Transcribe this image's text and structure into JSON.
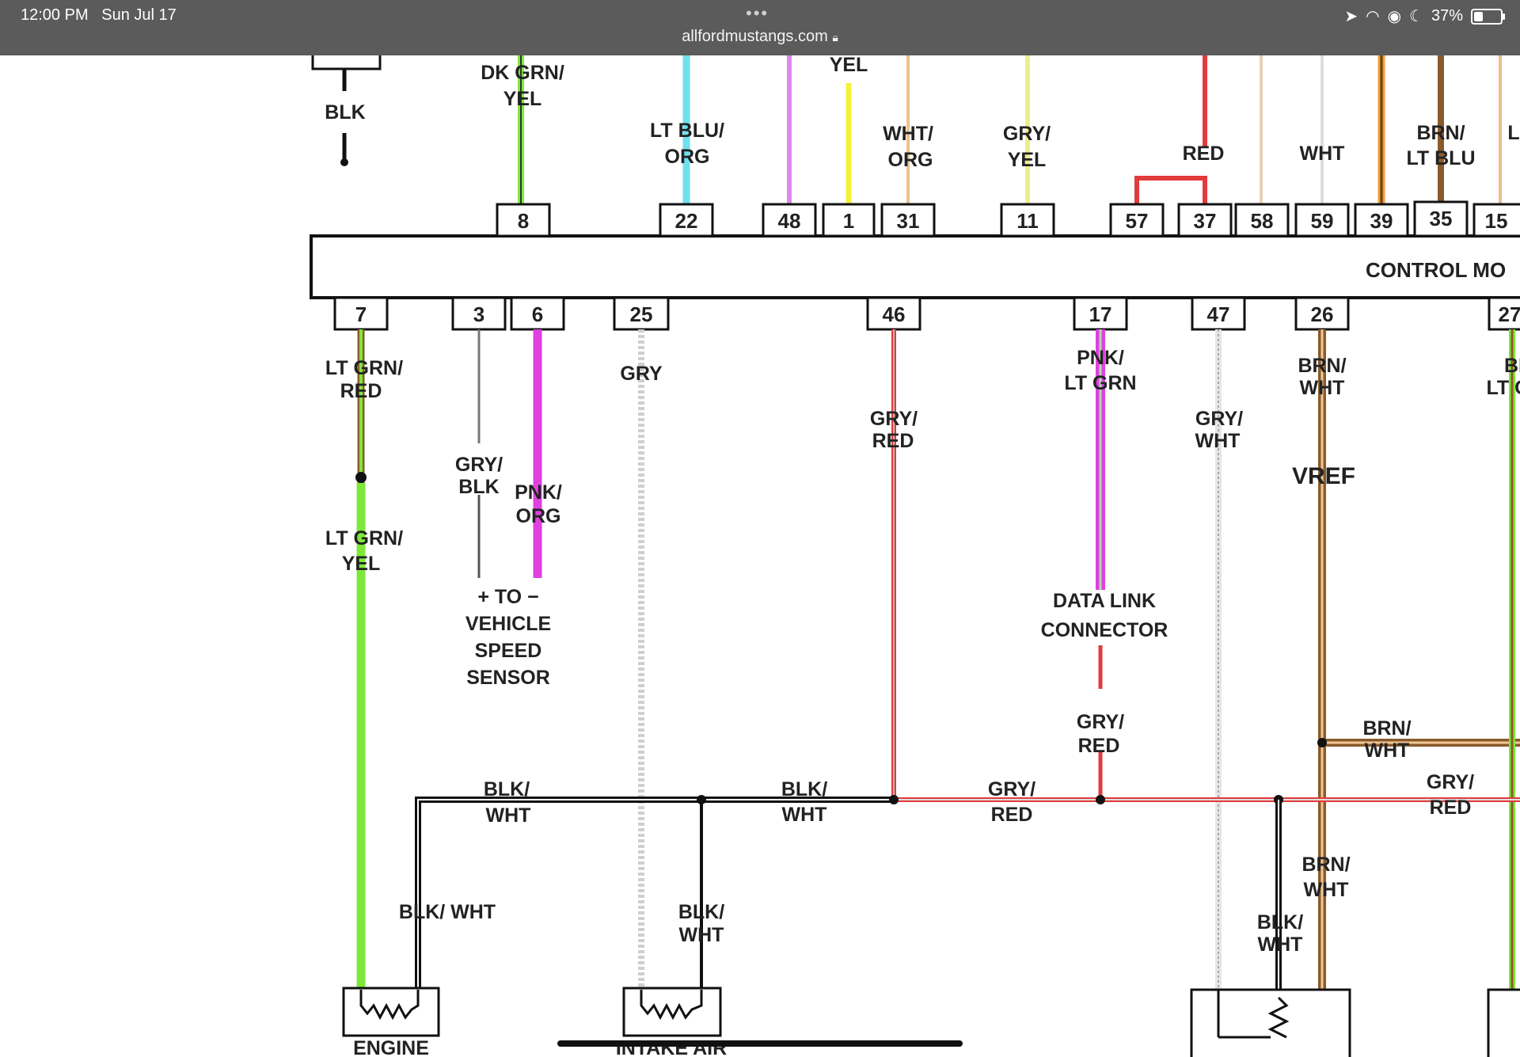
{
  "status_bar": {
    "time": "12:00 PM",
    "date": "Sun Jul 17",
    "url": "allfordmustangs.com",
    "battery": "37%",
    "menu_dots": "•••"
  },
  "diagram": {
    "module_label": "CONTROL MO",
    "top_pins": [
      "8",
      "22",
      "48",
      "1",
      "31",
      "11",
      "57",
      "37",
      "58",
      "59",
      "39",
      "35",
      "15"
    ],
    "bottom_pins": [
      "7",
      "3",
      "6",
      "25",
      "46",
      "17",
      "47",
      "26",
      "27"
    ],
    "wire_labels": {
      "blk_top": "BLK",
      "dk_grn_yel_1": "DK GRN/",
      "dk_grn_yel_2": "YEL",
      "lt_blu_org_1": "LT BLU/",
      "lt_blu_org_2": "ORG",
      "yel": "YEL",
      "wht_org_1": "WHT/",
      "wht_org_2": "ORG",
      "gry_yel_1": "GRY/",
      "gry_yel_2": "YEL",
      "red_top": "RED",
      "wht_top": "WHT",
      "brn_lt_blu_1": "BRN/",
      "brn_lt_blu_2": "LT BLU",
      "l_top": "L",
      "lt_grn_red_1": "LT GRN/",
      "lt_grn_red_2": "RED",
      "lt_grn_yel_1": "LT GRN/",
      "lt_grn_yel_2": "YEL",
      "gry_blk_1": "GRY/",
      "gry_blk_2": "BLK",
      "pnk_org_1": "PNK/",
      "pnk_org_2": "ORG",
      "gry": "GRY",
      "gry_red_a_1": "GRY/",
      "gry_red_a_2": "RED",
      "pnk_lt_grn_1": "PNK/",
      "pnk_lt_grn_2": "LT GRN",
      "gry_wht_1": "GRY/",
      "gry_wht_2": "WHT",
      "brn_wht_a_1": "BRN/",
      "brn_wht_a_2": "WHT",
      "vref": "VREF",
      "br_right_1": "BR",
      "br_right_2": "LT G",
      "vss_1": "+ TO −",
      "vss_2": "VEHICLE",
      "vss_3": "SPEED",
      "vss_4": "SENSOR",
      "dlc_1": "DATA LINK",
      "dlc_2": "CONNECTOR",
      "gry_red_b_1": "GRY/",
      "gry_red_b_2": "RED",
      "brn_wht_b_1": "BRN/",
      "brn_wht_b_2": "WHT",
      "blk_wht_a_1": "BLK/",
      "blk_wht_a_2": "WHT",
      "blk_wht_b_1": "BLK/",
      "blk_wht_b_2": "WHT",
      "gry_red_c_1": "GRY/",
      "gry_red_c_2": "RED",
      "gry_red_d_1": "GRY/",
      "gry_red_d_2": "RED",
      "blk_wht_c": "BLK/ WHT",
      "blk_wht_d_1": "BLK/",
      "blk_wht_d_2": "WHT",
      "brn_wht_c_1": "BRN/",
      "brn_wht_c_2": "WHT",
      "blk_wht_e_1": "BLK/",
      "blk_wht_e_2": "WHT",
      "engine": "ENGINE",
      "intake_air": "INTAKE AIR"
    },
    "colors": {
      "lt_grn": "#7ee83a",
      "pink": "#e040e0",
      "red": "#e23b3b",
      "cyan": "#6fe0ee",
      "yellow": "#f5f23a",
      "brown": "#8a5a2b",
      "orange": "#f0a030"
    }
  }
}
